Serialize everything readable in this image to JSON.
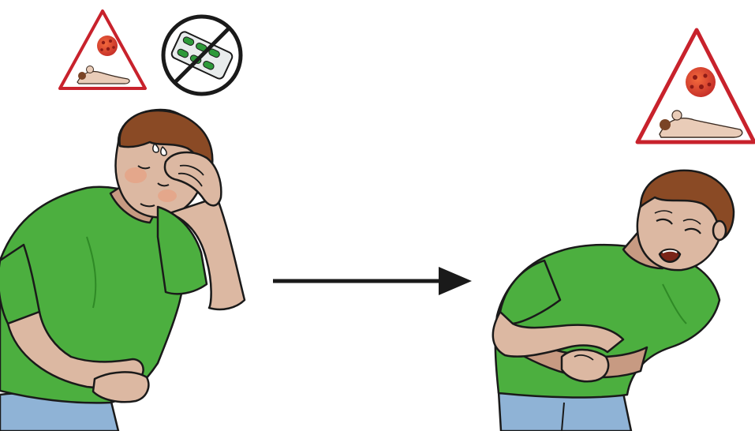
{
  "panels": [
    {
      "id": "left",
      "subject": "man-holding-forehead-and-belly",
      "warning_signs": [
        "std-warning-sign",
        "no-pills-sign"
      ]
    },
    {
      "id": "right",
      "subject": "man-doubled-over-with-abdominal-pain",
      "warning_signs": [
        "std-warning-sign"
      ]
    }
  ],
  "connector": {
    "type": "arrow",
    "direction": "right"
  },
  "colors": {
    "shirt": "#4caf3f",
    "shirt_dark": "#2f8a26",
    "skin": "#dcb8a2",
    "skin_dark": "#c79a82",
    "hair": "#8a4a25",
    "jeans": "#8fb3d6",
    "warning_red": "#c8222c",
    "virus": "#e2452a",
    "pill_green": "#2e9a3a",
    "outline": "#1a1a1a"
  }
}
